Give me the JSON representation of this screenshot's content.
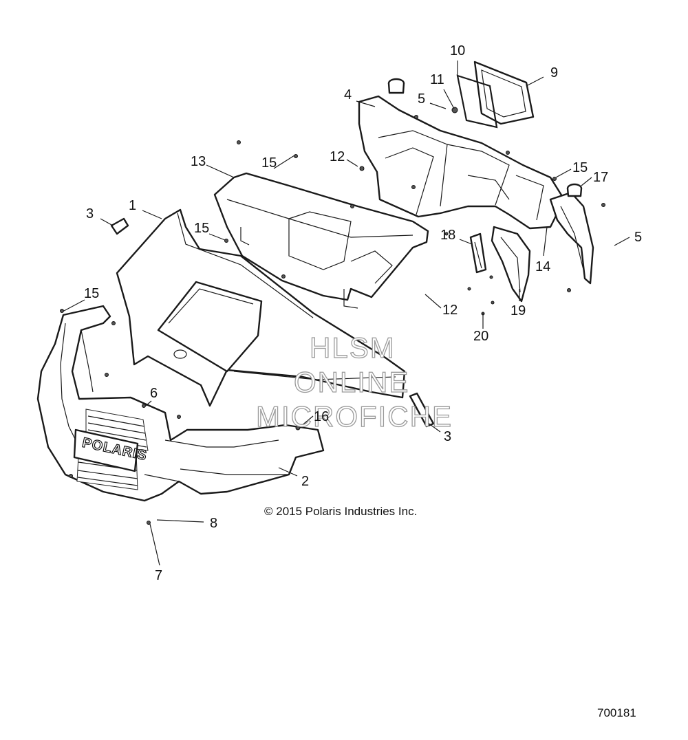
{
  "callouts": [
    {
      "id": "c1",
      "label": "1"
    },
    {
      "id": "c2",
      "label": "2"
    },
    {
      "id": "c3a",
      "label": "3"
    },
    {
      "id": "c3b",
      "label": "3"
    },
    {
      "id": "c4",
      "label": "4"
    },
    {
      "id": "c5a",
      "label": "5"
    },
    {
      "id": "c5b",
      "label": "5"
    },
    {
      "id": "c6",
      "label": "6"
    },
    {
      "id": "c7",
      "label": "7"
    },
    {
      "id": "c8",
      "label": "8"
    },
    {
      "id": "c9",
      "label": "9"
    },
    {
      "id": "c10",
      "label": "10"
    },
    {
      "id": "c11",
      "label": "11"
    },
    {
      "id": "c12a",
      "label": "12"
    },
    {
      "id": "c12b",
      "label": "12"
    },
    {
      "id": "c13",
      "label": "13"
    },
    {
      "id": "c14",
      "label": "14"
    },
    {
      "id": "c15a",
      "label": "15"
    },
    {
      "id": "c15b",
      "label": "15"
    },
    {
      "id": "c15c",
      "label": "15"
    },
    {
      "id": "c15d",
      "label": "15"
    },
    {
      "id": "c16",
      "label": "16"
    },
    {
      "id": "c17",
      "label": "17"
    },
    {
      "id": "c18",
      "label": "18"
    },
    {
      "id": "c19",
      "label": "19"
    },
    {
      "id": "c20",
      "label": "20"
    }
  ],
  "watermark": {
    "line1": "HLSM",
    "line2": "ONLINE",
    "line3": "MICROFICHE"
  },
  "logo_text": "POLARIS",
  "copyright": "© 2015 Polaris Industries Inc.",
  "diagram_id": "700181"
}
